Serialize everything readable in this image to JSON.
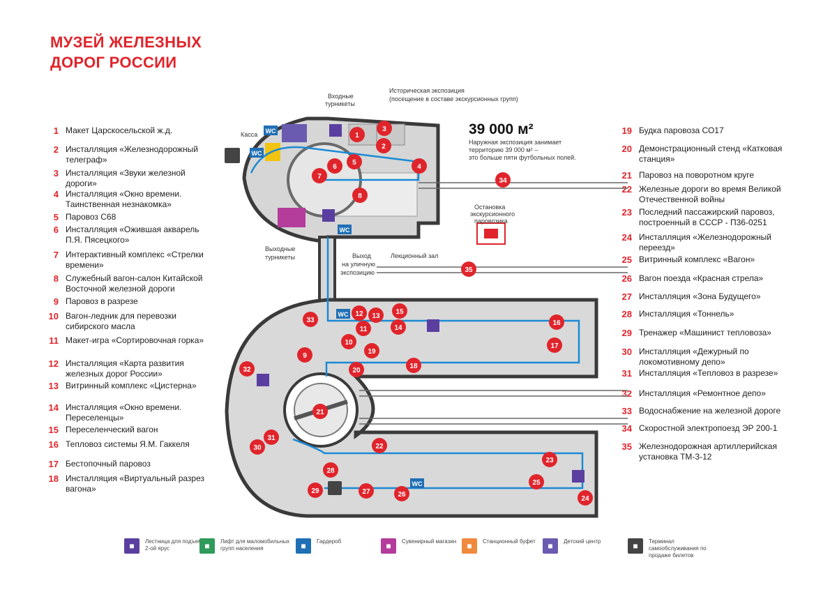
{
  "title": {
    "line1": "МУЗЕЙ ЖЕЛЕЗНЫХ",
    "line2": "ДОРОГ РОССИИ"
  },
  "exhibits_left": [
    {
      "n": "1",
      "text": "Макет Царскосельской ж.д."
    },
    {
      "n": "2",
      "text": "Инсталляция «Железнодорожный телеграф»"
    },
    {
      "n": "3",
      "text": "Инсталляция «Звуки железной дороги»"
    },
    {
      "n": "4",
      "text": "Инсталляция «Окно времени. Таинственная незнакомка»"
    },
    {
      "n": "5",
      "text": "Паровоз С68"
    },
    {
      "n": "6",
      "text": "Инсталляция «Ожившая акварель П.Я. Пясецкого»"
    },
    {
      "n": "7",
      "text": "Интерактивный комплекс «Стрелки времени»"
    },
    {
      "n": "8",
      "text": "Служебный вагон-салон Китайской Восточной железной дороги"
    },
    {
      "n": "9",
      "text": "Паровоз в разрезе"
    },
    {
      "n": "10",
      "text": "Вагон-ледник для перевозки сибирского масла"
    },
    {
      "n": "11",
      "text": "Макет-игра «Сортировочная горка»"
    },
    {
      "n": "12",
      "text": "Инсталляция «Карта развития железных дорог России»"
    },
    {
      "n": "13",
      "text": "Витринный комплекс «Цистерна»"
    },
    {
      "n": "14",
      "text": "Инсталляция «Окно времени. Переселенцы»"
    },
    {
      "n": "15",
      "text": "Переселенческий вагон"
    },
    {
      "n": "16",
      "text": "Тепловоз системы Я.М. Гаккеля"
    },
    {
      "n": "17",
      "text": "Бестопочный паровоз"
    },
    {
      "n": "18",
      "text": "Инсталляция «Виртуальный разрез вагона»"
    }
  ],
  "exhibits_right": [
    {
      "n": "19",
      "text": "Будка паровоза СО17"
    },
    {
      "n": "20",
      "text": "Демонстрационный стенд «Катковая станция»"
    },
    {
      "n": "21",
      "text": "Паровоз на поворотном круге"
    },
    {
      "n": "22",
      "text": "Железные дороги во время Великой Отечественной войны"
    },
    {
      "n": "23",
      "text": "Последний пассажирский паровоз, построенный в СССР - П36-0251"
    },
    {
      "n": "24",
      "text": "Инсталляция «Железнодорожный переезд»"
    },
    {
      "n": "25",
      "text": "Витринный комплекс «Вагон»"
    },
    {
      "n": "26",
      "text": "Вагон поезда «Красная стрела»"
    },
    {
      "n": "27",
      "text": "Инсталляция «Зона Будущего»"
    },
    {
      "n": "28",
      "text": "Инсталляция «Тоннель»"
    },
    {
      "n": "29",
      "text": "Тренажер «Машинист тепловоза»"
    },
    {
      "n": "30",
      "text": "Инсталляция «Дежурный по локомотивному депо»"
    },
    {
      "n": "31",
      "text": "Инсталляция «Тепловоз в разрезе»"
    },
    {
      "n": "32",
      "text": "Инсталляция «Ремонтное депо»"
    },
    {
      "n": "33",
      "text": "Водоснабжение на железной дороге"
    },
    {
      "n": "34",
      "text": "Скоростной электропоезд ЭР 200-1"
    },
    {
      "n": "35",
      "text": "Железнодорожная артиллерийская установка ТМ-3-12"
    }
  ],
  "map_labels": {
    "kassa": "Касса",
    "entry_turnstiles_1": "Входные",
    "entry_turnstiles_2": "турникеты",
    "historic_1": "Историческая экспозиция",
    "historic_2": "(посещение в составе экскурсионных групп)",
    "area_value": "39 000 м²",
    "area_note_1": "Наружная экспозиция занимает",
    "area_note_2": "территорию 39 000 м² –",
    "area_note_3": "это больше пяти футбольных полей.",
    "stop_1": "Остановка",
    "stop_2": "экскурсионного",
    "stop_3": "паровозика",
    "exit_turnstiles_1": "Выходные",
    "exit_turnstiles_2": "турникеты",
    "exit_street_1": "Выход",
    "exit_street_2": "на уличную",
    "exit_street_3": "экспозицию",
    "lecture_hall": "Лекционный зал",
    "wc": "WC"
  },
  "key": [
    {
      "icon": "stairs-icon",
      "color": "#5b3fa0",
      "text": "Лестница для подъема на 2-ой ярус"
    },
    {
      "icon": "elevator-icon",
      "color": "#2f9a5a",
      "text": "Лифт для маломобильных групп населения"
    },
    {
      "icon": "cloakroom-icon",
      "color": "#1f6fb5",
      "text": "Гардероб"
    },
    {
      "icon": "souvenir-icon",
      "color": "#b43c9b",
      "text": "Сувенирный магазин"
    },
    {
      "icon": "buffet-icon",
      "color": "#f08a3c",
      "text": "Станционный буфет"
    },
    {
      "icon": "kids-icon",
      "color": "#6b5bb0",
      "text": "Детский центр"
    },
    {
      "icon": "ticket-terminal-icon",
      "color": "#444444",
      "text": "Терминал самообслуживания по продаже билетов"
    }
  ],
  "colors": {
    "accent": "#e0242b",
    "route": "#1a8ad4",
    "wall": "#3a3a3a",
    "floor": "#d9d9d9"
  }
}
